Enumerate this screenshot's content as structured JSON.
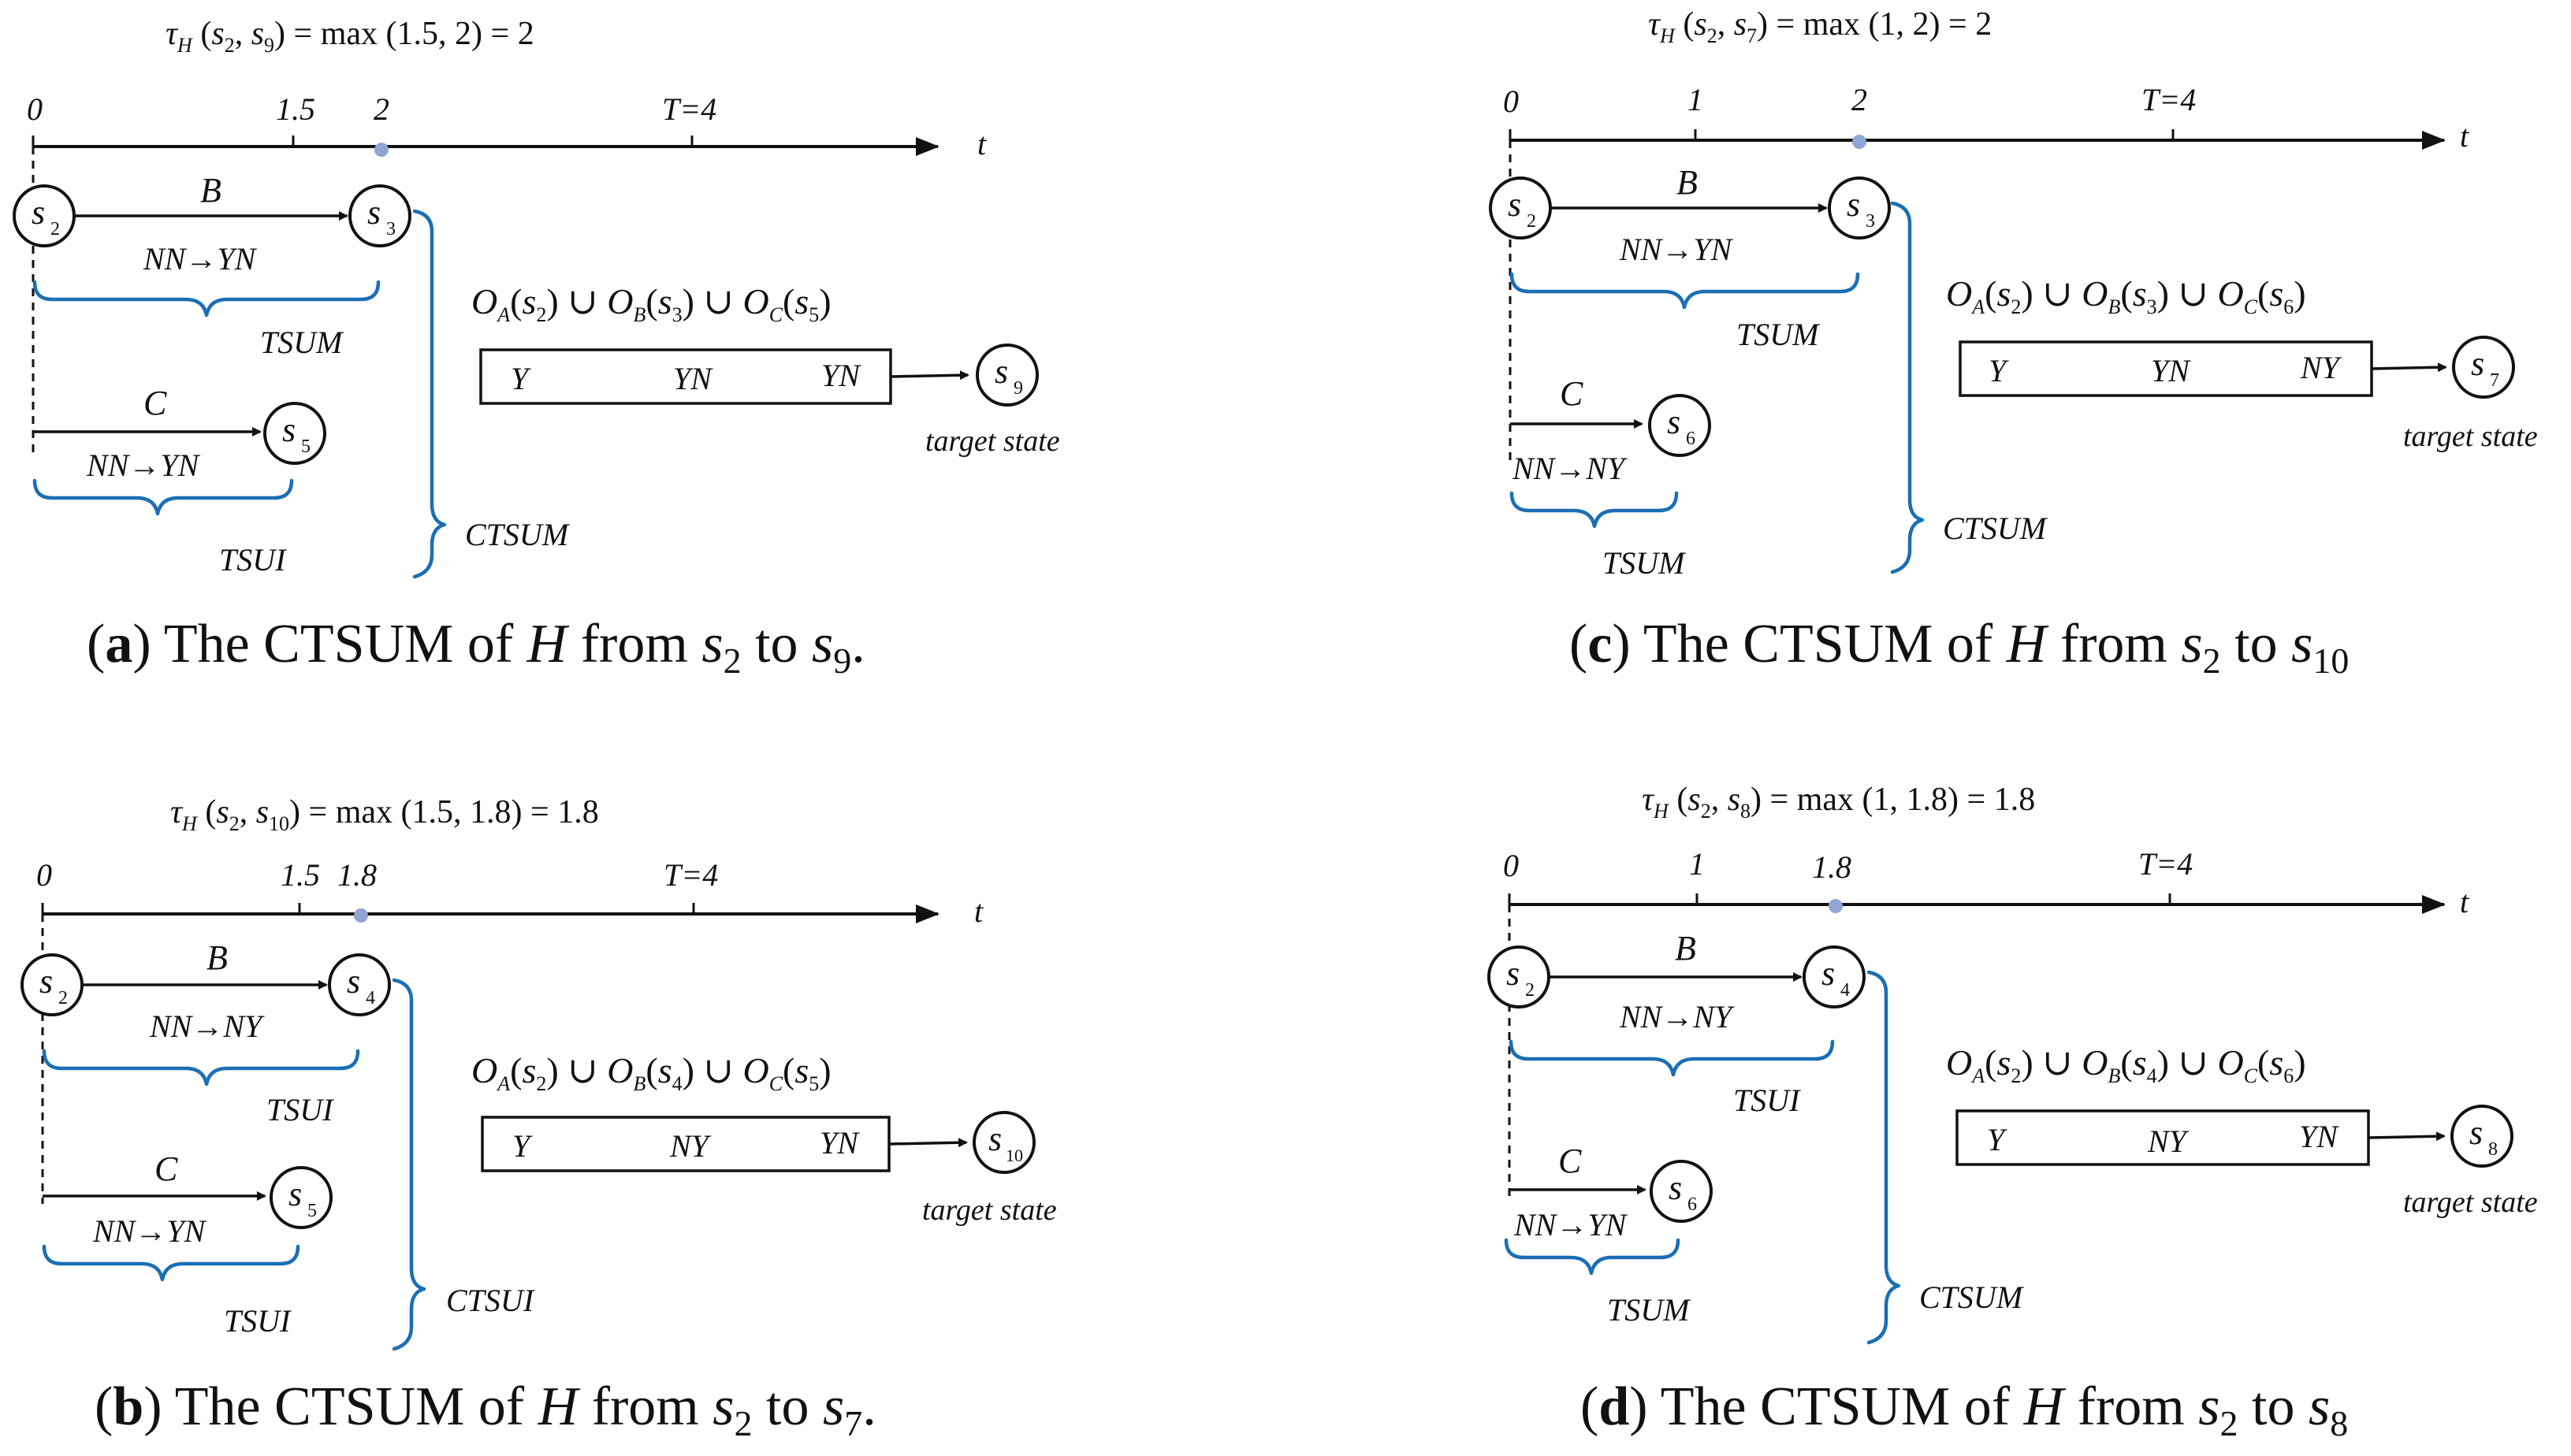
{
  "panels": {
    "a": {
      "formula": {
        "lhs_sym": "τ",
        "lhs_sub": "H",
        "s1": "s",
        "s1_sub": "2",
        "s2": "s",
        "s2_sub": "9",
        "rhs": "= max (1.5, 2) = 2"
      },
      "ticks": [
        "0",
        "1.5",
        "2",
        "T=4"
      ],
      "axis_label": "t",
      "start_node": {
        "name": "s",
        "sub": "2"
      },
      "node_b": {
        "name": "s",
        "sub": "3"
      },
      "node_c": {
        "name": "s",
        "sub": "5"
      },
      "target_node": {
        "name": "s",
        "sub": "9"
      },
      "edge_b": {
        "label": "B",
        "transition": "NN→YN"
      },
      "edge_c": {
        "label": "C",
        "transition": "NN→YN"
      },
      "brace_b_label": "TSUM",
      "brace_c_label": "TSUI",
      "brace_all_label": "CTSUM",
      "union": {
        "a_sub": "A",
        "a_state": "s",
        "a_state_sub": "2",
        "b_sub": "B",
        "b_state": "s",
        "b_state_sub": "3",
        "c_sub": "C",
        "c_state": "s",
        "c_state_sub": "5"
      },
      "box_values": [
        "Y",
        "YN",
        "YN"
      ],
      "target_label": "target state",
      "caption": {
        "letter": "a",
        "text_before": ") The CTSUM of ",
        "h": "H",
        "text_from": " from ",
        "from_sym": "s",
        "from_sub": "2",
        "text_to": " to ",
        "to_sym": "s",
        "to_sub": "9",
        "text_end": "."
      }
    },
    "c": {
      "formula": {
        "lhs_sym": "τ",
        "lhs_sub": "H",
        "s1": "s",
        "s1_sub": "2",
        "s2": "s",
        "s2_sub": "7",
        "rhs": "= max (1, 2) = 2"
      },
      "ticks": [
        "0",
        "1",
        "2",
        "T=4"
      ],
      "axis_label": "t",
      "start_node": {
        "name": "s",
        "sub": "2"
      },
      "node_b": {
        "name": "s",
        "sub": "3"
      },
      "node_c": {
        "name": "s",
        "sub": "6"
      },
      "target_node": {
        "name": "s",
        "sub": "7"
      },
      "edge_b": {
        "label": "B",
        "transition": "NN→YN"
      },
      "edge_c": {
        "label": "C",
        "transition": "NN→NY"
      },
      "brace_b_label": "TSUM",
      "brace_c_label": "TSUM",
      "brace_all_label": "CTSUM",
      "union": {
        "a_sub": "A",
        "a_state": "s",
        "a_state_sub": "2",
        "b_sub": "B",
        "b_state": "s",
        "b_state_sub": "3",
        "c_sub": "C",
        "c_state": "s",
        "c_state_sub": "6"
      },
      "box_values": [
        "Y",
        "YN",
        "NY"
      ],
      "target_label": "target state",
      "caption": {
        "letter": "c",
        "text_before": ") The CTSUM of ",
        "h": "H",
        "text_from": " from ",
        "from_sym": "s",
        "from_sub": "2",
        "text_to": " to ",
        "to_sym": "s",
        "to_sub": "10",
        "text_end": ""
      }
    },
    "b": {
      "formula": {
        "lhs_sym": "τ",
        "lhs_sub": "H",
        "s1": "s",
        "s1_sub": "2",
        "s2": "s",
        "s2_sub": "10",
        "rhs": "= max (1.5, 1.8) = 1.8"
      },
      "ticks": [
        "0",
        "1.5",
        "1.8",
        "T=4"
      ],
      "axis_label": "t",
      "start_node": {
        "name": "s",
        "sub": "2"
      },
      "node_b": {
        "name": "s",
        "sub": "4"
      },
      "node_c": {
        "name": "s",
        "sub": "5"
      },
      "target_node": {
        "name": "s",
        "sub": "10"
      },
      "edge_b": {
        "label": "B",
        "transition": "NN→NY"
      },
      "edge_c": {
        "label": "C",
        "transition": "NN→YN"
      },
      "brace_b_label": "TSUI",
      "brace_c_label": "TSUI",
      "brace_all_label": "CTSUI",
      "union": {
        "a_sub": "A",
        "a_state": "s",
        "a_state_sub": "2",
        "b_sub": "B",
        "b_state": "s",
        "b_state_sub": "4",
        "c_sub": "C",
        "c_state": "s",
        "c_state_sub": "5"
      },
      "box_values": [
        "Y",
        "NY",
        "YN"
      ],
      "target_label": "target state",
      "caption": {
        "letter": "b",
        "text_before": ") The CTSUM of ",
        "h": "H",
        "text_from": " from ",
        "from_sym": "s",
        "from_sub": "2",
        "text_to": " to ",
        "to_sym": "s",
        "to_sub": "7",
        "text_end": "."
      }
    },
    "d": {
      "formula": {
        "lhs_sym": "τ",
        "lhs_sub": "H",
        "s1": "s",
        "s1_sub": "2",
        "s2": "s",
        "s2_sub": "8",
        "rhs": "= max (1, 1.8) = 1.8"
      },
      "ticks": [
        "0",
        "1",
        "1.8",
        "T=4"
      ],
      "axis_label": "t",
      "start_node": {
        "name": "s",
        "sub": "2"
      },
      "node_b": {
        "name": "s",
        "sub": "4"
      },
      "node_c": {
        "name": "s",
        "sub": "6"
      },
      "target_node": {
        "name": "s",
        "sub": "8"
      },
      "edge_b": {
        "label": "B",
        "transition": "NN→NY"
      },
      "edge_c": {
        "label": "C",
        "transition": "NN→YN"
      },
      "brace_b_label": "TSUI",
      "brace_c_label": "TSUM",
      "brace_all_label": "CTSUM",
      "union": {
        "a_sub": "A",
        "a_state": "s",
        "a_state_sub": "2",
        "b_sub": "B",
        "b_state": "s",
        "b_state_sub": "4",
        "c_sub": "C",
        "c_state": "s",
        "c_state_sub": "6"
      },
      "box_values": [
        "Y",
        "NY",
        "YN"
      ],
      "target_label": "target state",
      "caption": {
        "letter": "d",
        "text_before": ") The CTSUM of ",
        "h": "H",
        "text_from": " from ",
        "from_sym": "s",
        "from_sub": "2",
        "text_to": " to ",
        "to_sym": "s",
        "to_sub": "8",
        "text_end": ""
      }
    }
  },
  "colors": {
    "brace": "#1a6fb5",
    "marker_dot": "#8fa6d4"
  }
}
